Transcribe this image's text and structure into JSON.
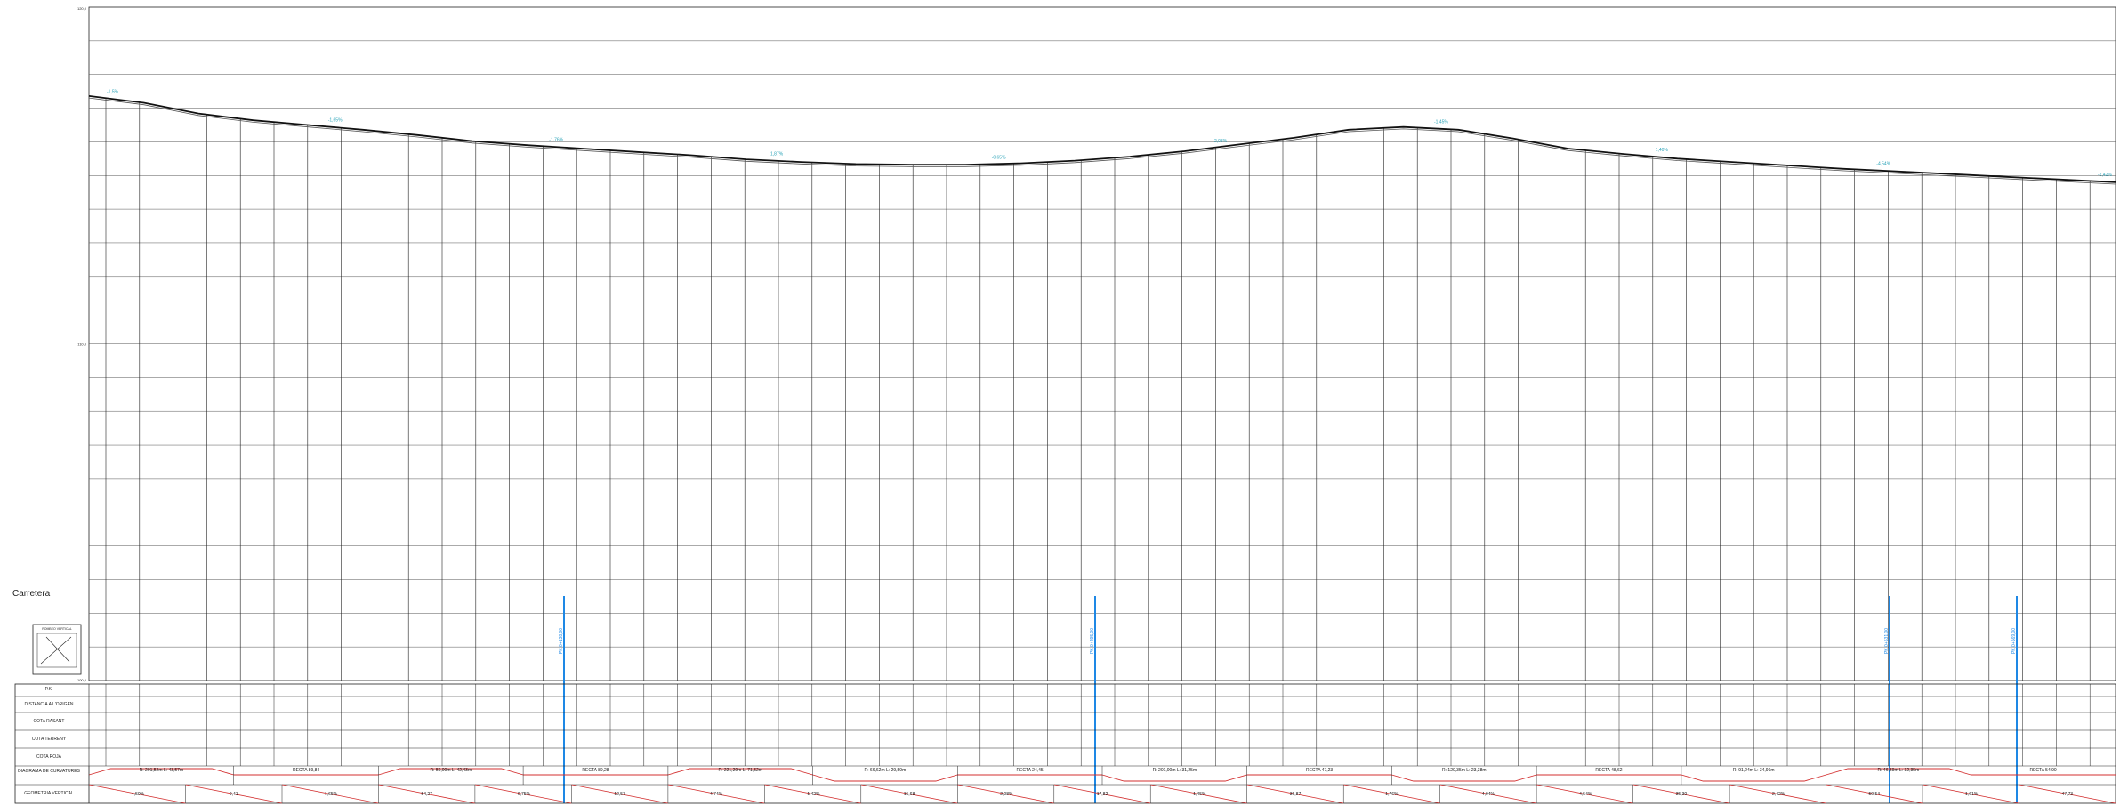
{
  "sidebar": {
    "title": "Carretera",
    "legend_box_title": "ROMBEO VERTICAL"
  },
  "band_labels": {
    "pk": "P.K.",
    "distance": "DISTANCIA A L'ORIGEN",
    "cota_rasant": "COTA RASANT",
    "cota_terreny": "COTA TERRENY",
    "cota_roja": "COTA ROJA",
    "curvatures": "DIAGRAMA DE CURVATURES",
    "geometria": "GEOMETRIA VERTICAL"
  },
  "profile": {
    "y_axis_labels": [
      "120,0",
      "110,0",
      "100,0"
    ],
    "profile_heights": [
      0.868,
      0.858,
      0.842,
      0.832,
      0.825,
      0.818,
      0.81,
      0.801,
      0.795,
      0.79,
      0.785,
      0.78,
      0.774,
      0.77,
      0.767,
      0.766,
      0.766,
      0.768,
      0.772,
      0.778,
      0.786,
      0.796,
      0.806,
      0.818,
      0.822,
      0.818,
      0.805,
      0.79,
      0.782,
      0.775,
      0.77,
      0.765,
      0.76,
      0.756,
      0.752,
      0.748,
      0.744,
      0.74
    ],
    "grade_labels": [
      "-1,5%",
      "-1,65%",
      "-1,76%",
      "1,87%",
      "-0,65%",
      "-2,08%",
      "-1,45%",
      "1,40%",
      "-4,54%",
      "-2,42%"
    ],
    "blue_markers": [
      "PK 0+138,00",
      "PK 0+295,00",
      "PK 0+531,00",
      "PK 0+569,00"
    ]
  },
  "curvatures": {
    "segments": [
      "R: 291,52m L: 43,57m",
      "RECTA 89,84",
      "R: 50,00m L: 42,43m",
      "RECTA 89,28",
      "R: 221,29m L: 71,52m",
      "R: 66,62m L: 29,59m",
      "RECTA 24,45",
      "R: 201,00m L: 31,25m",
      "RECTA 47,23",
      "R: 120,35m L: 23,38m",
      "RECTA 48,62",
      "R: 91,24m L: 34,96m",
      "R: 46,59m L: 32,35m",
      "RECTA 54,90"
    ]
  },
  "geometria": {
    "segments": [
      "-4,50%",
      "9,41",
      "-1,65%",
      "54,27",
      "-0,75%",
      "12,57",
      "4,74%",
      "-1,42%",
      "15,68",
      "-2,08%",
      "17,82",
      "-1,45%",
      "36,87",
      "1,76%",
      "4,94%",
      "-4,54%",
      "35,30",
      "-2,42%",
      "50,54",
      "-1,61%",
      "47,73"
    ]
  }
}
